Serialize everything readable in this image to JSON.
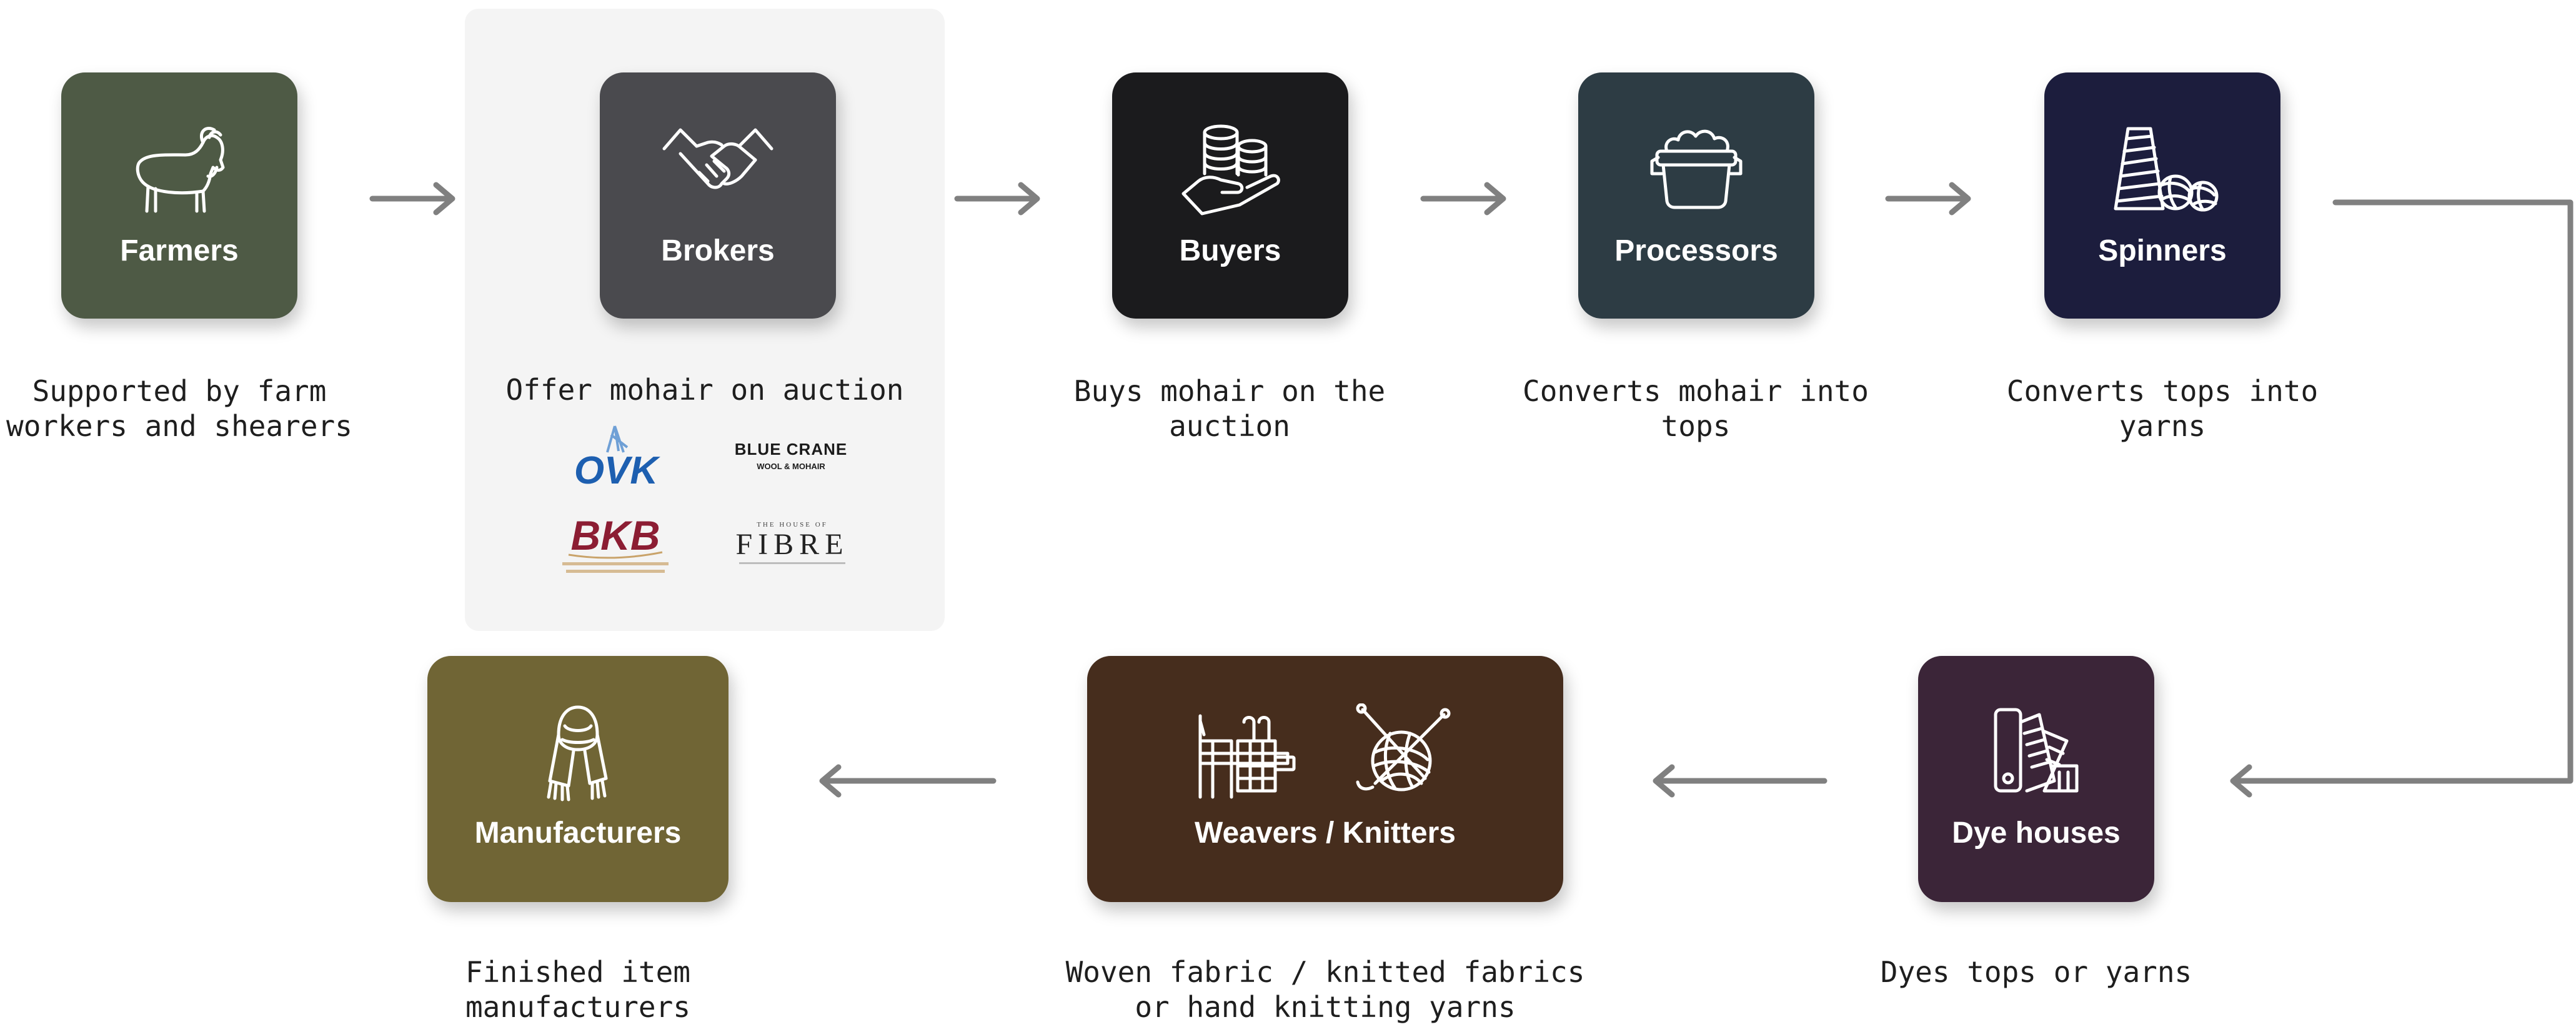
{
  "colors": {
    "farmers": "#4e5a45",
    "brokers": "#4a4a4e",
    "buyers": "#1b1b1d",
    "processors": "#2d3c44",
    "spinners": "#1c1d3d",
    "dye_houses": "#3b2538",
    "weavers": "#462d1d",
    "manufacturers": "#706535",
    "arrow": "#808080"
  },
  "stages": {
    "farmers": {
      "label": "Farmers",
      "icon": "goat-icon",
      "description": [
        "Supported by farm",
        "workers and shearers"
      ]
    },
    "brokers": {
      "label": "Brokers",
      "icon": "handshake-icon",
      "description": [
        "Offer mohair on auction"
      ]
    },
    "buyers": {
      "label": "Buyers",
      "icon": "coins-in-hand-icon",
      "description": [
        "Buys mohair on the",
        "auction"
      ]
    },
    "processors": {
      "label": "Processors",
      "icon": "wool-basket-icon",
      "description": [
        "Converts mohair into",
        "tops"
      ]
    },
    "spinners": {
      "label": "Spinners",
      "icon": "yarn-cone-icon",
      "description": [
        "Converts tops into",
        "yarns"
      ]
    },
    "dye_houses": {
      "label": "Dye houses",
      "icon": "color-swatch-icon",
      "description": [
        "Dyes tops or yarns"
      ]
    },
    "weavers": {
      "label": "Weavers / Knitters",
      "icon": "loom-and-yarn-ball-icon",
      "description": [
        "Woven fabric / knitted fabrics",
        "or hand knitting yarns"
      ]
    },
    "manufacturers": {
      "label": "Manufacturers",
      "icon": "scarf-icon",
      "description": [
        "Finished item",
        "manufacturers"
      ]
    }
  },
  "broker_logos": {
    "ovk": {
      "text": "OVK"
    },
    "blue_crane": {
      "line1": "BLUE CRANE",
      "line2": "WOOL & MOHAIR"
    },
    "bkb": {
      "text": "BKB"
    },
    "house_of_fibre": {
      "line1": "THE HOUSE OF",
      "line2": "FIBRE"
    }
  }
}
